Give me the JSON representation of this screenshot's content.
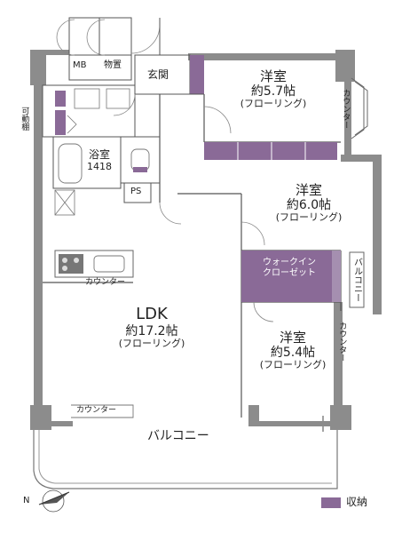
{
  "rooms": {
    "bedroom1": {
      "name": "洋室",
      "size": "約5.7帖",
      "floor": "(フローリング)"
    },
    "bedroom2": {
      "name": "洋室",
      "size": "約6.0帖",
      "floor": "(フローリング)"
    },
    "bedroom3": {
      "name": "洋室",
      "size": "約5.4帖",
      "floor": "(フローリング)"
    },
    "ldk": {
      "name": "LDK",
      "size": "約17.2帖",
      "floor": "(フローリング)"
    },
    "bath": {
      "name": "浴室",
      "size": "1418"
    },
    "entrance": {
      "name": "玄関"
    },
    "mb": {
      "name": "MB"
    },
    "storage": {
      "name": "物置"
    },
    "ps": {
      "name": "PS"
    },
    "wic": {
      "line1": "ウォークイン",
      "line2": "クローゼット"
    }
  },
  "labels": {
    "movable_shelf": "可動棚",
    "counter": "カウンター",
    "balcony": "バルコニー"
  },
  "legend": {
    "storage_label": "収納",
    "storage_color": "#8a6a97"
  },
  "compass": {
    "north": "N"
  },
  "colors": {
    "wall": "#8c8c8c",
    "wall_dark": "#6e6e6e",
    "storage": "#8a6a97",
    "storage_light": "#a58fb0",
    "fixture": "#9a9a9a",
    "line": "#555555"
  }
}
